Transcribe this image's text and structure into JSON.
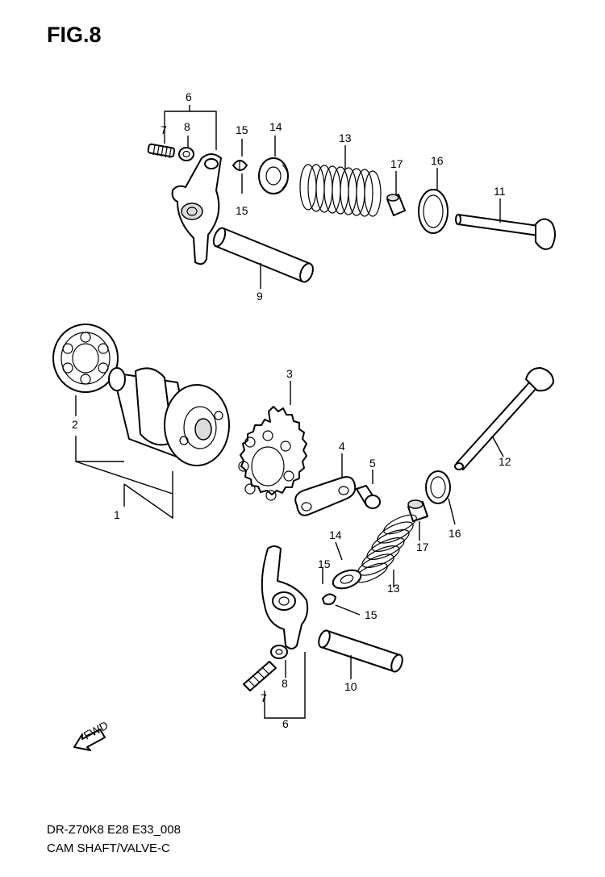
{
  "figure_title": "FIG.8",
  "caption_code": "DR-Z70K8 E28 E33_008",
  "caption_name": "CAM SHAFT/VALVE-C",
  "fwd_label": "FWD",
  "callouts": {
    "c1": "1",
    "c2": "2",
    "c3": "3",
    "c4": "4",
    "c5": "5",
    "c6a": "6",
    "c6b": "6",
    "c7a": "7",
    "c7b": "7",
    "c8a": "8",
    "c8b": "8",
    "c9": "9",
    "c10": "10",
    "c11": "11",
    "c12": "12",
    "c13a": "13",
    "c13b": "13",
    "c14a": "14",
    "c14b": "14",
    "c15a": "15",
    "c15b": "15",
    "c15c": "15",
    "c15d": "15",
    "c16a": "16",
    "c16b": "16",
    "c17a": "17",
    "c17b": "17"
  }
}
